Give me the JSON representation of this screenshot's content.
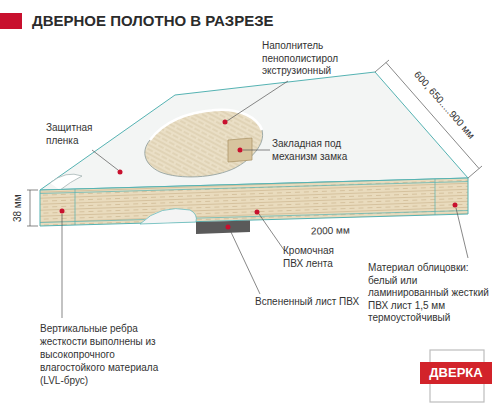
{
  "diagram": {
    "title": "ДВЕРНОЕ ПОЛОТНО В РАЗРЕЗЕ",
    "nodes": [
      {
        "text": [
          "ДВЕРКА"
        ]
      }
    ],
    "labels": [
      "600, 650.....900 мм",
      "Наполнитель пенополистирол экструзионный",
      "Защитная пленка",
      "Закладная под механизм замка",
      "38 мм",
      "2000 мм",
      "Кромочная ПВХ лента",
      "Материал облицовки: белый или ламинированный жесткий ПВХ лист 1,5 мм термоустойчивый",
      "Вертикальные ребра жесткости выполнены из высокопрочного влагостойкого материала (LVL-брус)",
      "Вспененный лист ПВХ"
    ]
  }
}
